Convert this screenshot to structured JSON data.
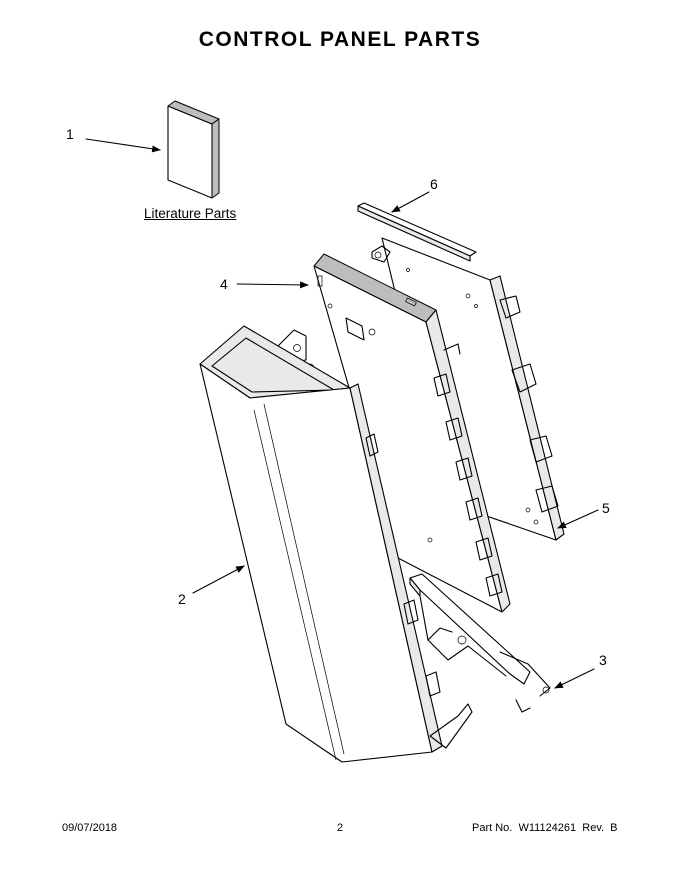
{
  "title": "CONTROL PANEL PARTS",
  "literature_label": "Literature Parts",
  "callouts": [
    {
      "id": "1",
      "label": "1"
    },
    {
      "id": "2",
      "label": "2"
    },
    {
      "id": "3",
      "label": "3"
    },
    {
      "id": "4",
      "label": "4"
    },
    {
      "id": "5",
      "label": "5"
    },
    {
      "id": "6",
      "label": "6"
    }
  ],
  "footer": {
    "date": "09/07/2018",
    "page": "2",
    "part_no": "Part No.  W11124261  Rev.  B"
  }
}
